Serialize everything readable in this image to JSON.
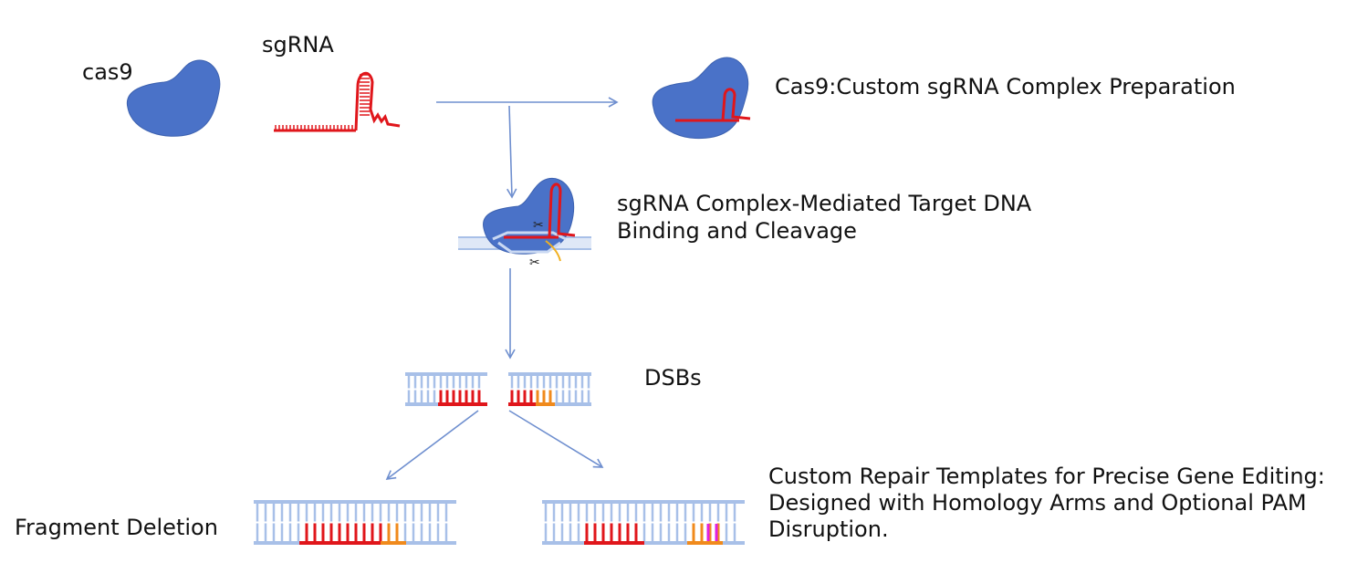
{
  "labels": {
    "cas9": "cas9",
    "sgrna": "sgRNA",
    "complex_prep": "Cas9:Custom sgRNA Complex Preparation",
    "binding_line1": "sgRNA Complex-Mediated Target DNA",
    "binding_line2": "Binding and Cleavage",
    "dsbs": "DSBs",
    "fragment_deletion": "Fragment Deletion",
    "repair_line1": "Custom Repair Templates for Precise Gene Editing:",
    "repair_line2": "Designed with Homology Arms and Optional PAM",
    "repair_line3": "Disruption."
  },
  "colors": {
    "protein": "#4a72c8",
    "rna": "#e0161b",
    "dna": "#a8c0e8",
    "arrow": "#6f8fcf",
    "pam": "#f08a1c",
    "mutation": "#e020e0"
  }
}
